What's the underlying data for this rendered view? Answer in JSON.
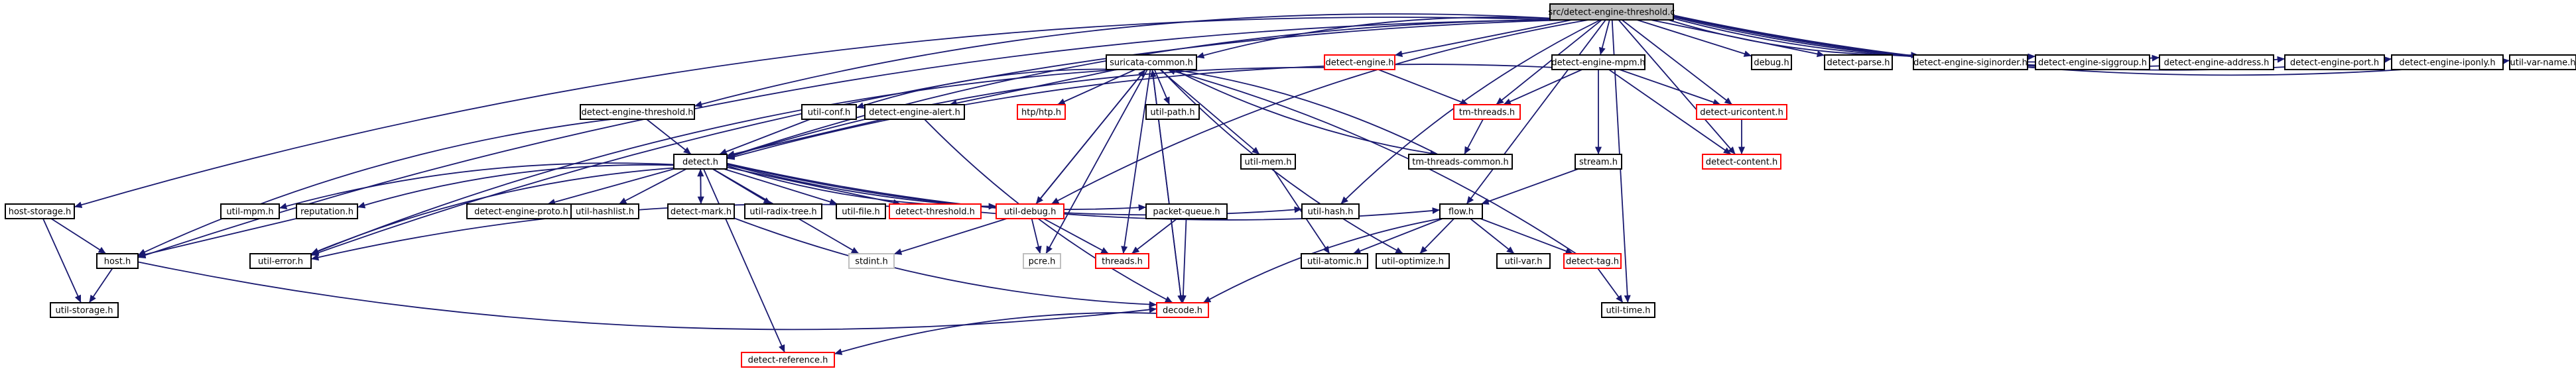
{
  "diagram": {
    "title": "src/detect-engine-threshold.c",
    "colors": {
      "root_fill": "#bfbfbf",
      "box_fill": "#ffffff",
      "normal_border": "#000000",
      "red_border": "#ff0000",
      "gray_border": "#bfbfbf",
      "edge": "#191970"
    },
    "nodes": [
      {
        "id": "root",
        "label": "src/detect-engine-threshold.c",
        "style": "root"
      },
      {
        "id": "suricata_common",
        "label": "suricata-common.h",
        "style": "normal"
      },
      {
        "id": "detect_engine",
        "label": "detect-engine.h",
        "style": "red"
      },
      {
        "id": "detect_engine_mpm",
        "label": "detect-engine-mpm.h",
        "style": "normal"
      },
      {
        "id": "debug",
        "label": "debug.h",
        "style": "normal"
      },
      {
        "id": "detect_parse",
        "label": "detect-parse.h",
        "style": "normal"
      },
      {
        "id": "detect_engine_siginorder",
        "label": "detect-engine-siginorder.h",
        "style": "normal"
      },
      {
        "id": "detect_engine_sigcgroup",
        "label": "detect-engine-siggroup.h",
        "style": "normal"
      },
      {
        "id": "detect_engine_address",
        "label": "detect-engine-address.h",
        "style": "normal"
      },
      {
        "id": "detect_engine_port",
        "label": "detect-engine-port.h",
        "style": "normal"
      },
      {
        "id": "detect_engine_iponly",
        "label": "detect-engine-iponly.h",
        "style": "normal"
      },
      {
        "id": "util_var_name",
        "label": "util-var-name.h",
        "style": "normal"
      },
      {
        "id": "detect_engine_threshold_h",
        "label": "detect-engine-threshold.h",
        "style": "normal"
      },
      {
        "id": "util_conf",
        "label": "util-conf.h",
        "style": "normal"
      },
      {
        "id": "detect_engine_alert",
        "label": "detect-engine-alert.h",
        "style": "normal"
      },
      {
        "id": "app_layer_htp",
        "label": "htp/htp.h",
        "style": "red"
      },
      {
        "id": "util_path",
        "label": "util-path.h",
        "style": "normal"
      },
      {
        "id": "tm_threads",
        "label": "tm-threads.h",
        "style": "red"
      },
      {
        "id": "detect_uricontent",
        "label": "detect-uricontent.h",
        "style": "red"
      },
      {
        "id": "detect_content",
        "label": "detect-content.h",
        "style": "red"
      },
      {
        "id": "detect_h",
        "label": "detect.h",
        "style": "normal"
      },
      {
        "id": "util_mem",
        "label": "util-mem.h",
        "style": "normal"
      },
      {
        "id": "tm_threads_common",
        "label": "tm-threads-common.h",
        "style": "normal"
      },
      {
        "id": "stream",
        "label": "stream.h",
        "style": "normal"
      },
      {
        "id": "host_storage",
        "label": "host-storage.h",
        "style": "normal"
      },
      {
        "id": "util_mpm",
        "label": "util-mpm.h",
        "style": "normal"
      },
      {
        "id": "reputation",
        "label": "reputation.h",
        "style": "normal"
      },
      {
        "id": "detect_engine_proto",
        "label": "detect-engine-proto.h",
        "style": "normal"
      },
      {
        "id": "util_hashlist",
        "label": "util-hashlist.h",
        "style": "normal"
      },
      {
        "id": "detect_mark",
        "label": "detect-mark.h",
        "style": "normal"
      },
      {
        "id": "util_radix_tree",
        "label": "util-radix-tree.h",
        "style": "normal"
      },
      {
        "id": "util_file",
        "label": "util-file.h",
        "style": "normal"
      },
      {
        "id": "detect_threshold",
        "label": "detect-threshold.h",
        "style": "red"
      },
      {
        "id": "util_debug",
        "label": "util-debug.h",
        "style": "red"
      },
      {
        "id": "packet_queue",
        "label": "packet-queue.h",
        "style": "normal"
      },
      {
        "id": "util_hash",
        "label": "util-hash.h",
        "style": "normal"
      },
      {
        "id": "flow",
        "label": "flow.h",
        "style": "normal"
      },
      {
        "id": "host_h",
        "label": "host.h",
        "style": "normal"
      },
      {
        "id": "util_error",
        "label": "util-error.h",
        "style": "normal"
      },
      {
        "id": "stdint",
        "label": "stdint.h",
        "style": "gray"
      },
      {
        "id": "pcre",
        "label": "pcre.h",
        "style": "gray"
      },
      {
        "id": "threads",
        "label": "threads.h",
        "style": "red"
      },
      {
        "id": "util_atomic",
        "label": "util-atomic.h",
        "style": "normal"
      },
      {
        "id": "util_optimize",
        "label": "util-optimize.h",
        "style": "normal"
      },
      {
        "id": "util_var",
        "label": "util-var.h",
        "style": "normal"
      },
      {
        "id": "detect_tag",
        "label": "detect-tag.h",
        "style": "red"
      },
      {
        "id": "util_storage",
        "label": "util-storage.h",
        "style": "normal"
      },
      {
        "id": "decode",
        "label": "decode.h",
        "style": "red"
      },
      {
        "id": "util_time",
        "label": "util-time.h",
        "style": "normal"
      },
      {
        "id": "detect_reference",
        "label": "detect-reference.h",
        "style": "red"
      }
    ],
    "edges": [
      [
        "root",
        "suricata_common"
      ],
      [
        "root",
        "detect_engine"
      ],
      [
        "root",
        "detect_engine_mpm"
      ],
      [
        "root",
        "debug"
      ],
      [
        "root",
        "detect_parse"
      ],
      [
        "root",
        "detect_engine_siginorder"
      ],
      [
        "root",
        "detect_engine_sigcgroup"
      ],
      [
        "root",
        "detect_engine_address"
      ],
      [
        "root",
        "detect_engine_port"
      ],
      [
        "root",
        "detect_engine_iponly"
      ],
      [
        "root",
        "util_var_name"
      ],
      [
        "root",
        "detect_engine_threshold_h"
      ],
      [
        "root",
        "host_storage"
      ],
      [
        "root",
        "host_h"
      ],
      [
        "root",
        "util_error"
      ],
      [
        "root",
        "detect_h"
      ],
      [
        "root",
        "util_debug"
      ],
      [
        "root",
        "tm_threads"
      ],
      [
        "root",
        "detect_uricontent"
      ],
      [
        "root",
        "detect_content"
      ],
      [
        "root",
        "util_hash"
      ],
      [
        "root",
        "flow"
      ],
      [
        "root",
        "util_time"
      ],
      [
        "detect_engine",
        "tm_threads"
      ],
      [
        "detect_engine",
        "detect_h"
      ],
      [
        "detect_engine_mpm",
        "tm_threads"
      ],
      [
        "detect_engine_mpm",
        "detect_uricontent"
      ],
      [
        "detect_engine_mpm",
        "detect_content"
      ],
      [
        "detect_engine_mpm",
        "stream"
      ],
      [
        "detect_engine_mpm",
        "detect_h"
      ],
      [
        "detect_uricontent",
        "detect_content"
      ],
      [
        "tm_threads",
        "tm_threads_common"
      ],
      [
        "detect_engine_threshold_h",
        "detect_h"
      ],
      [
        "detect_engine_threshold_h",
        "host_h"
      ],
      [
        "suricata_common",
        "util_conf"
      ],
      [
        "suricata_common",
        "detect_engine_alert"
      ],
      [
        "suricata_common",
        "app_layer_htp"
      ],
      [
        "suricata_common",
        "util_path"
      ],
      [
        "suricata_common",
        "util_mem"
      ],
      [
        "suricata_common",
        "tm_threads_common"
      ],
      [
        "suricata_common",
        "util_debug"
      ],
      [
        "suricata_common",
        "pcre"
      ],
      [
        "suricata_common",
        "threads"
      ],
      [
        "suricata_common",
        "util_optimize"
      ],
      [
        "suricata_common",
        "util_error"
      ],
      [
        "suricata_common",
        "decode"
      ],
      [
        "detect_engine_alert",
        "detect_h"
      ],
      [
        "detect_engine_alert",
        "decode"
      ],
      [
        "util_conf",
        "detect_h"
      ],
      [
        "detect_h",
        "util_mpm"
      ],
      [
        "detect_h",
        "reputation"
      ],
      [
        "detect_h",
        "detect_engine_proto"
      ],
      [
        "detect_h",
        "util_hashlist"
      ],
      [
        "detect_h",
        "detect_mark"
      ],
      [
        "detect_h",
        "util_radix_tree"
      ],
      [
        "detect_h",
        "util_file"
      ],
      [
        "detect_h",
        "detect_threshold"
      ],
      [
        "detect_h",
        "util_debug"
      ],
      [
        "detect_h",
        "packet_queue"
      ],
      [
        "detect_h",
        "util_hash"
      ],
      [
        "detect_h",
        "flow"
      ],
      [
        "detect_h",
        "util_error"
      ],
      [
        "detect_h",
        "stdint"
      ],
      [
        "detect_h",
        "detect_reference"
      ],
      [
        "detect_mark",
        "detect_h"
      ],
      [
        "detect_mark",
        "decode"
      ],
      [
        "reputation",
        "host_h"
      ],
      [
        "host_storage",
        "host_h"
      ],
      [
        "host_storage",
        "util_storage"
      ],
      [
        "host_h",
        "util_storage"
      ],
      [
        "host_h",
        "decode"
      ],
      [
        "util_debug",
        "util_error"
      ],
      [
        "util_debug",
        "stdint"
      ],
      [
        "util_debug",
        "pcre"
      ],
      [
        "util_debug",
        "threads"
      ],
      [
        "util_debug",
        "suricata_common"
      ],
      [
        "packet_queue",
        "threads"
      ],
      [
        "packet_queue",
        "decode"
      ],
      [
        "util_mem",
        "util_atomic"
      ],
      [
        "stream",
        "flow"
      ],
      [
        "flow",
        "util_atomic"
      ],
      [
        "flow",
        "util_optimize"
      ],
      [
        "flow",
        "util_var"
      ],
      [
        "flow",
        "detect_tag"
      ],
      [
        "flow",
        "decode"
      ],
      [
        "detect_tag",
        "util_time"
      ],
      [
        "detect_tag",
        "suricata_common"
      ],
      [
        "decode",
        "suricata_common"
      ],
      [
        "decode",
        "detect_reference"
      ],
      [
        "tm_threads_common",
        "suricata_common"
      ]
    ]
  }
}
